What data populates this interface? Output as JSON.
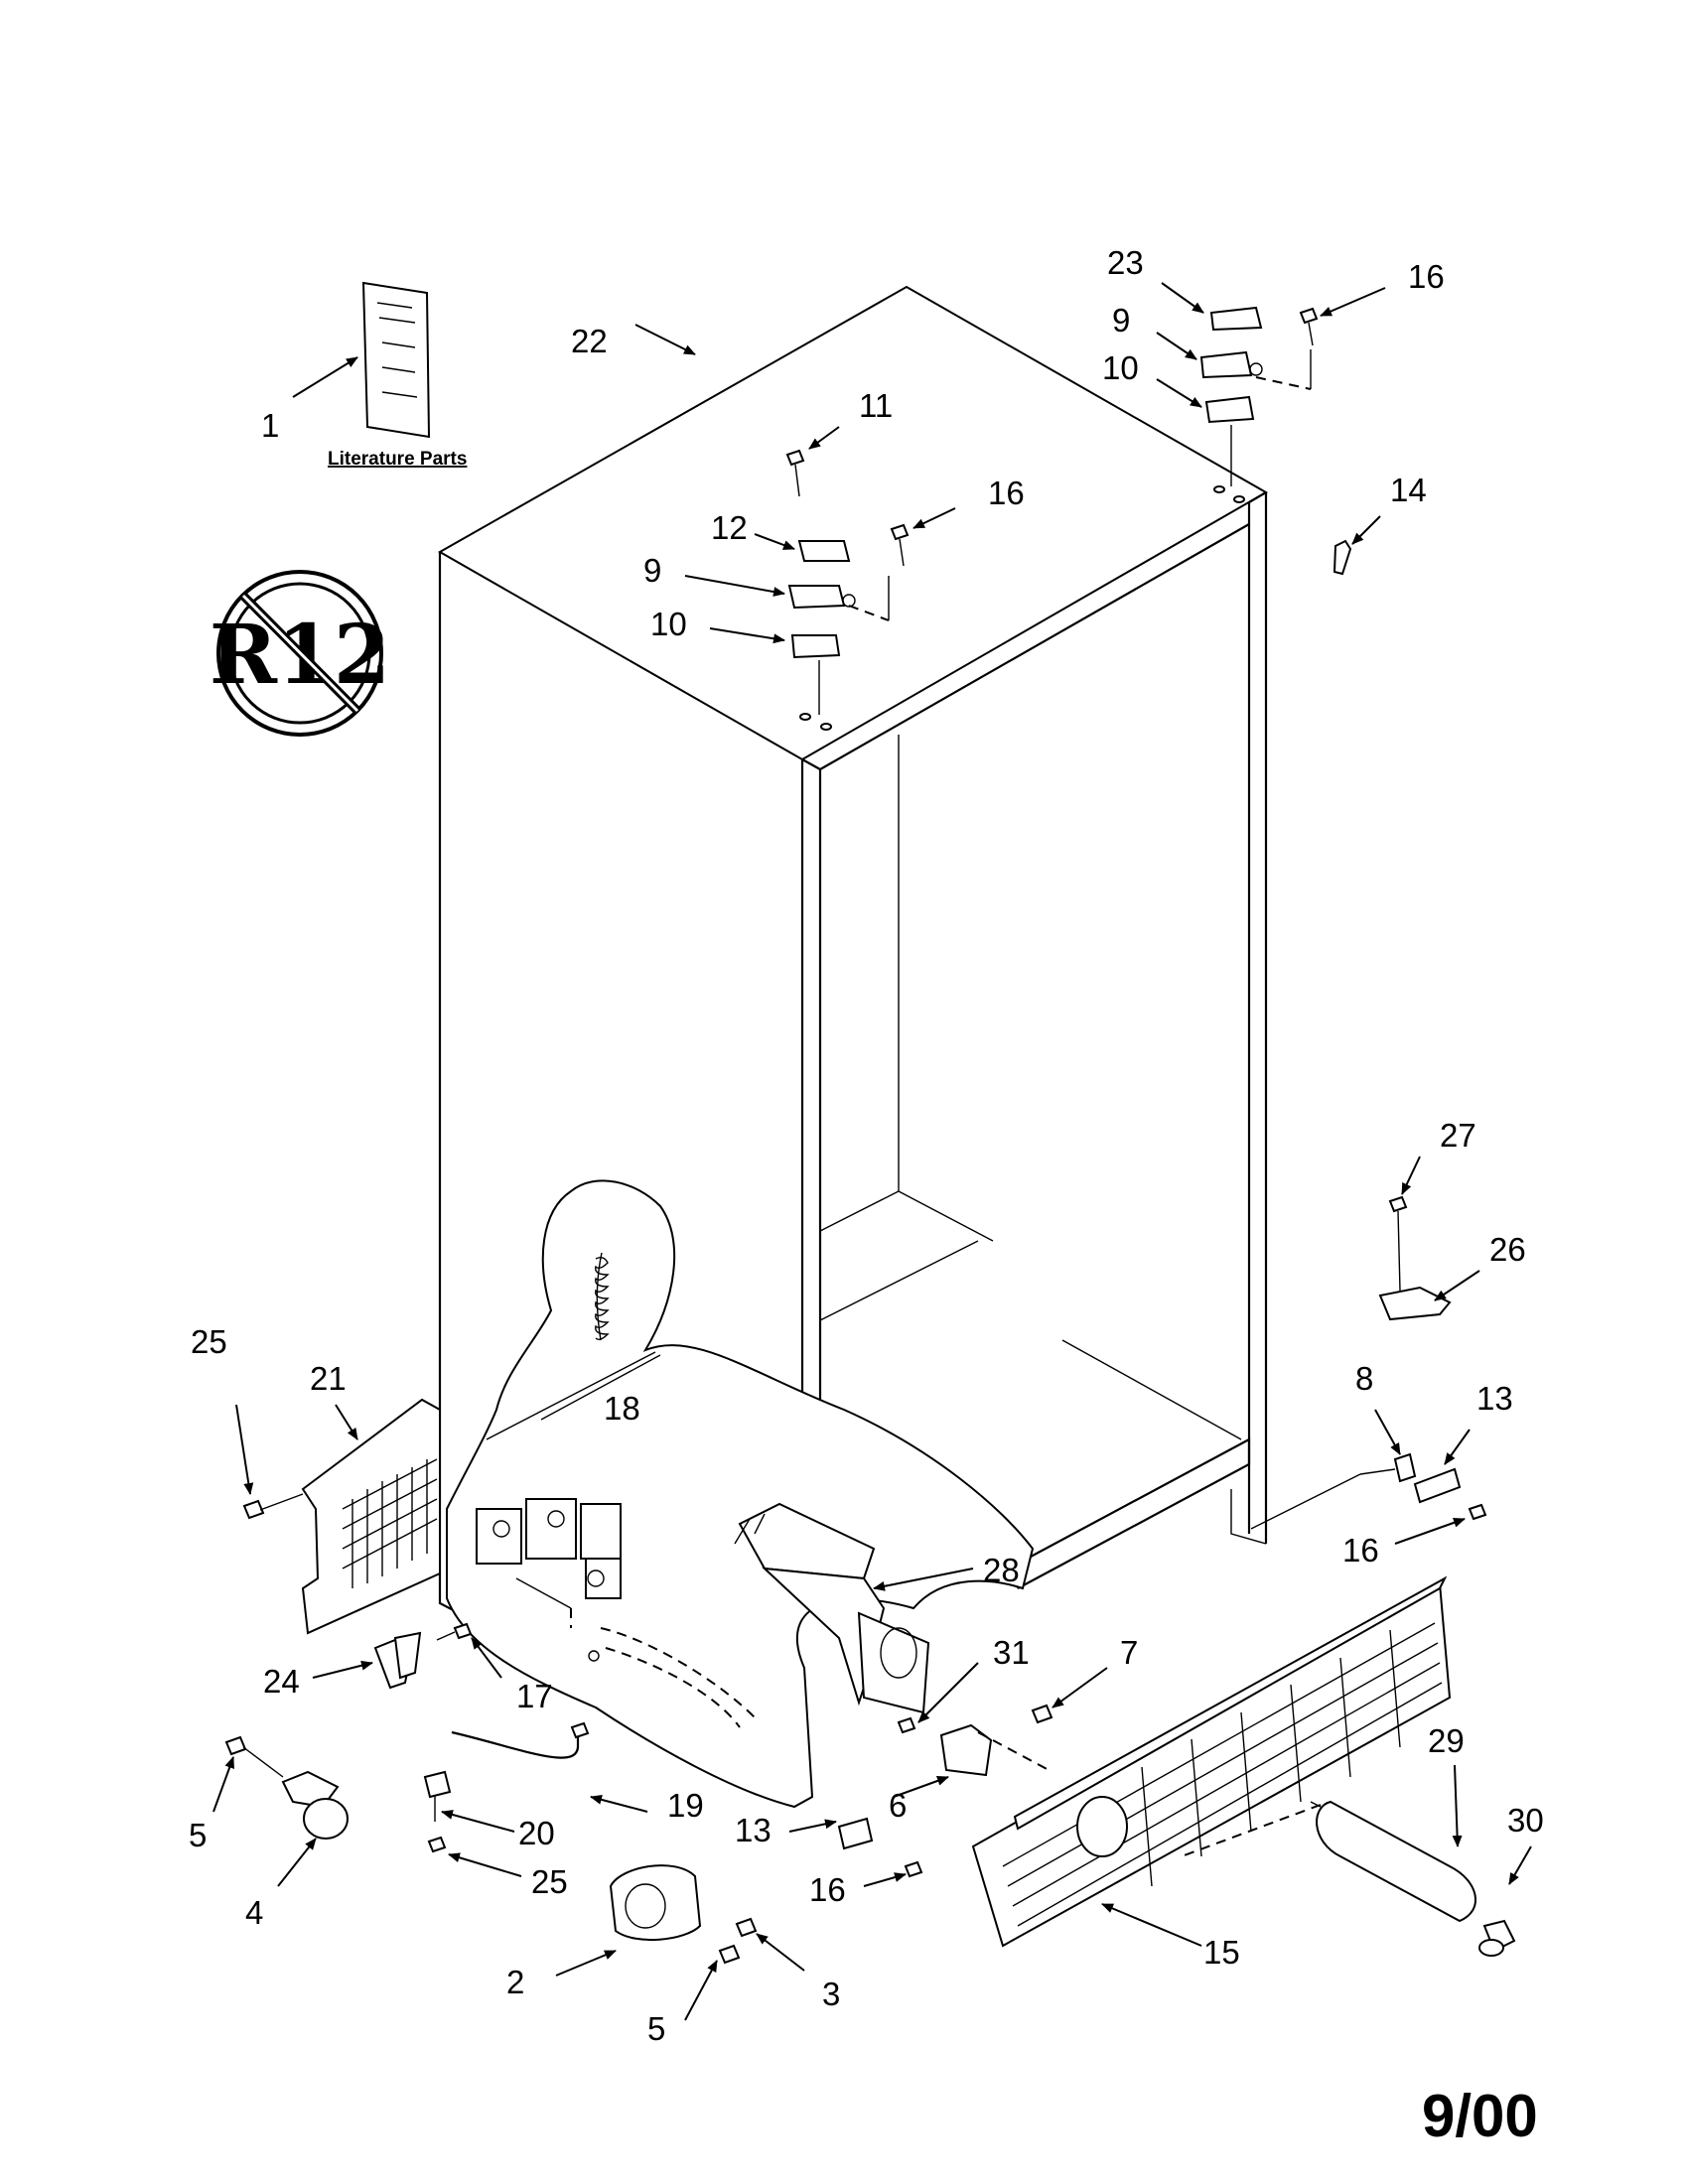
{
  "literature_label": "Literature Parts",
  "r12_symbol_text": "R12",
  "revision_date": "9/00",
  "callouts": {
    "c1": "1",
    "c2": "2",
    "c3": "3",
    "c4": "4",
    "c5a": "5",
    "c5b": "5",
    "c6": "6",
    "c7": "7",
    "c8": "8",
    "c9a": "9",
    "c9b": "9",
    "c10a": "10",
    "c10b": "10",
    "c11": "11",
    "c12": "12",
    "c13a": "13",
    "c13b": "13",
    "c14": "14",
    "c15": "15",
    "c16a": "16",
    "c16b": "16",
    "c16c": "16",
    "c16d": "16",
    "c17": "17",
    "c18": "18",
    "c19": "19",
    "c20": "20",
    "c21": "21",
    "c22": "22",
    "c23": "23",
    "c24": "24",
    "c25a": "25",
    "c25b": "25",
    "c26": "26",
    "c27": "27",
    "c28": "28",
    "c29": "29",
    "c30": "30",
    "c31": "31"
  }
}
